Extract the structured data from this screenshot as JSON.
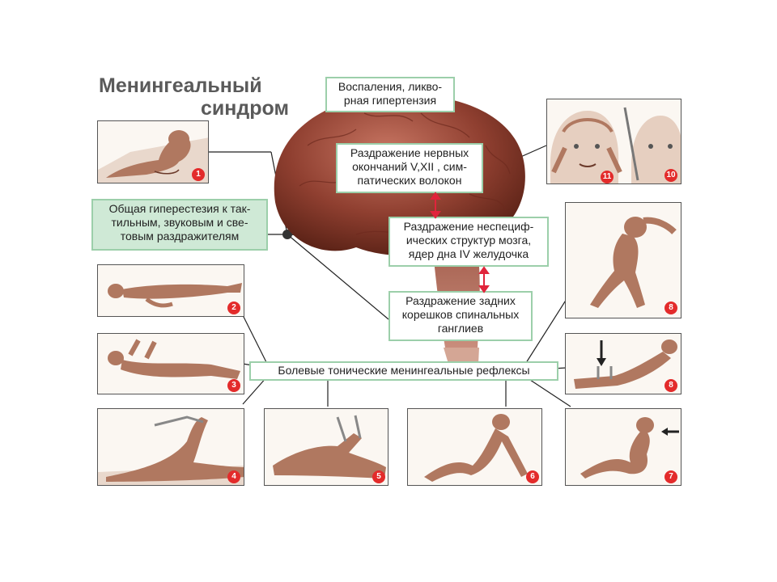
{
  "title": {
    "line1": "Менингеальный",
    "line2": "синдром"
  },
  "boxes": {
    "inflammation": [
      "Воспаления, ликво-",
      "рная гипертензия"
    ],
    "nerve_endings": [
      "Раздражение нервных",
      "окончаний V,XII , сим-",
      "патических волокон"
    ],
    "nonspecific": [
      "Раздражение неспециф-",
      "ических структур мозга,",
      "ядер дна IV желудочка"
    ],
    "posterior_roots": [
      "Раздражение задних",
      "корешков спинальных",
      "ганглиев"
    ],
    "hyperesthesia": [
      "Общая гиперестезия к так-",
      "тильным, звуковым и све-",
      "товым раздражителям"
    ],
    "reflexes": "Болевые тонические менингеальные рефлексы"
  },
  "panels": [
    {
      "id": "p1",
      "number": "1"
    },
    {
      "id": "p2",
      "number": "2"
    },
    {
      "id": "p3",
      "number": "3"
    },
    {
      "id": "p4",
      "number": "4"
    },
    {
      "id": "p5",
      "number": "5"
    },
    {
      "id": "p6",
      "number": "6"
    },
    {
      "id": "p7",
      "number": "7"
    },
    {
      "id": "p8a",
      "number": "8"
    },
    {
      "id": "p8b",
      "number": "8"
    },
    {
      "id": "p10",
      "numbers": [
        "11",
        "10"
      ]
    }
  ],
  "colors": {
    "box_border": "#9ccfaa",
    "box_fill_green": "#cfe9d6",
    "brain": "#8f3f30",
    "figure": "#b07860",
    "badge": "#e32b2b",
    "arrow": "#e0243b"
  }
}
